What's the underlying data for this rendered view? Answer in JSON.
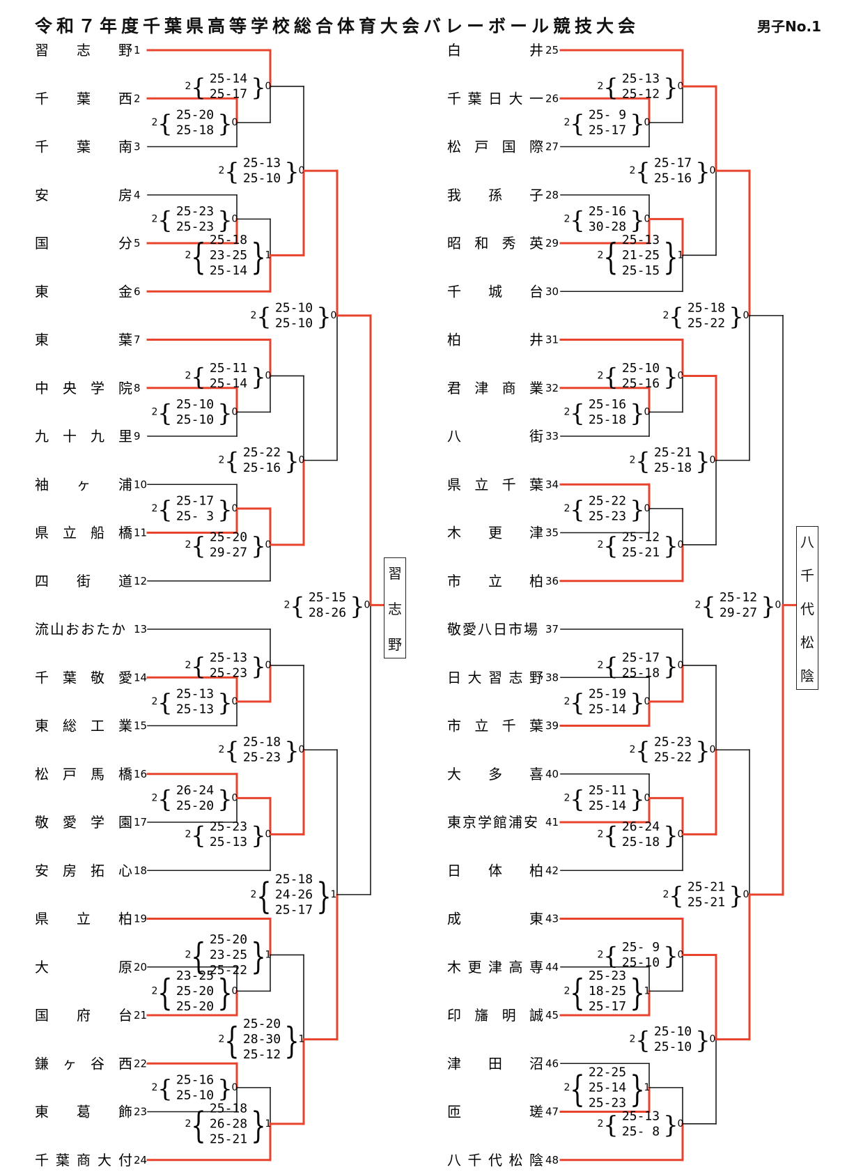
{
  "title": "令和７年度千葉県高等学校総合体育大会バレーボール競技大会",
  "subtitle": "男子No.1",
  "colors": {
    "win": "#e8432d",
    "lose": "#1a1a1a"
  },
  "left_teams": [
    {
      "num": "1",
      "name": "習志野"
    },
    {
      "num": "2",
      "name": "千葉西"
    },
    {
      "num": "3",
      "name": "千葉南"
    },
    {
      "num": "4",
      "name": "安房"
    },
    {
      "num": "5",
      "name": "国分"
    },
    {
      "num": "6",
      "name": "東金"
    },
    {
      "num": "7",
      "name": "東葉"
    },
    {
      "num": "8",
      "name": "中央学院"
    },
    {
      "num": "9",
      "name": "九十九里"
    },
    {
      "num": "10",
      "name": "袖ヶ浦"
    },
    {
      "num": "11",
      "name": "県立船橋"
    },
    {
      "num": "12",
      "name": "四街道"
    },
    {
      "num": "13",
      "name": "流山おおたか"
    },
    {
      "num": "14",
      "name": "千葉敬愛"
    },
    {
      "num": "15",
      "name": "東総工業"
    },
    {
      "num": "16",
      "name": "松戸馬橋"
    },
    {
      "num": "17",
      "name": "敬愛学園"
    },
    {
      "num": "18",
      "name": "安房拓心"
    },
    {
      "num": "19",
      "name": "県立柏"
    },
    {
      "num": "20",
      "name": "大原"
    },
    {
      "num": "21",
      "name": "国府台"
    },
    {
      "num": "22",
      "name": "鎌ヶ谷西"
    },
    {
      "num": "23",
      "name": "東葛飾"
    },
    {
      "num": "24",
      "name": "千葉商大付"
    }
  ],
  "right_teams": [
    {
      "num": "25",
      "name": "白井"
    },
    {
      "num": "26",
      "name": "千葉日大一"
    },
    {
      "num": "27",
      "name": "松戸国際"
    },
    {
      "num": "28",
      "name": "我孫子"
    },
    {
      "num": "29",
      "name": "昭和秀英"
    },
    {
      "num": "30",
      "name": "千城台"
    },
    {
      "num": "31",
      "name": "柏井"
    },
    {
      "num": "32",
      "name": "君津商業"
    },
    {
      "num": "33",
      "name": "八街"
    },
    {
      "num": "34",
      "name": "県立千葉"
    },
    {
      "num": "35",
      "name": "木更津"
    },
    {
      "num": "36",
      "name": "市立柏"
    },
    {
      "num": "37",
      "name": "敬愛八日市場"
    },
    {
      "num": "38",
      "name": "日大習志野"
    },
    {
      "num": "39",
      "name": "市立千葉"
    },
    {
      "num": "40",
      "name": "大多喜"
    },
    {
      "num": "41",
      "name": "東京学館浦安"
    },
    {
      "num": "42",
      "name": "日体柏"
    },
    {
      "num": "43",
      "name": "成東"
    },
    {
      "num": "44",
      "name": "木更津高専"
    },
    {
      "num": "45",
      "name": "印旛明誠"
    },
    {
      "num": "46",
      "name": "津田沼"
    },
    {
      "num": "47",
      "name": "匝瑳"
    },
    {
      "num": "48",
      "name": "八千代松陰"
    }
  ],
  "left_champion": "習志野",
  "right_champion": "八千代松陰",
  "scores": {
    "left": {
      "t1": [
        {
          "sets": [
            "25-14",
            "25-17"
          ],
          "won": "2",
          "lost": "0"
        },
        {
          "sets": [
            "25-20",
            "25-18"
          ],
          "won": "2",
          "lost": "0"
        },
        {
          "sets": [
            "25-23",
            "25-23"
          ],
          "won": "2",
          "lost": "0"
        },
        {
          "sets": [
            "25-18",
            "23-25",
            "25-14"
          ],
          "won": "2",
          "lost": "1"
        },
        {
          "sets": [
            "25-11",
            "25-14"
          ],
          "won": "2",
          "lost": "0"
        },
        {
          "sets": [
            "25-10",
            "25-10"
          ],
          "won": "2",
          "lost": "0"
        },
        {
          "sets": [
            "25-17",
            "25- 3"
          ],
          "won": "2",
          "lost": "0"
        },
        {
          "sets": [
            "25-20",
            "29-27"
          ],
          "won": "2",
          "lost": "0"
        },
        {
          "sets": [
            "25-13",
            "25-23"
          ],
          "won": "2",
          "lost": "0"
        },
        {
          "sets": [
            "25-13",
            "25-13"
          ],
          "won": "2",
          "lost": "0"
        },
        {
          "sets": [
            "26-24",
            "25-20"
          ],
          "won": "2",
          "lost": "0"
        },
        {
          "sets": [
            "25-23",
            "25-13"
          ],
          "won": "2",
          "lost": "0"
        },
        {
          "sets": [
            "25-20",
            "23-25",
            "25-22"
          ],
          "won": "2",
          "lost": "1"
        },
        {
          "sets": [
            "23-25",
            "25-20",
            "25-20"
          ],
          "won": "2",
          "lost": "0"
        },
        {
          "sets": [
            "25-16",
            "25-10"
          ],
          "won": "2",
          "lost": "0"
        },
        {
          "sets": [
            "25-18",
            "26-28",
            "25-21"
          ],
          "won": "2",
          "lost": "1"
        }
      ],
      "r3": [
        {
          "sets": [
            "25-13",
            "25-10"
          ],
          "won": "2",
          "lost": "0"
        },
        {
          "sets": [
            "25-22",
            "25-16"
          ],
          "won": "2",
          "lost": "0"
        },
        {
          "sets": [
            "25-18",
            "25-23"
          ],
          "won": "2",
          "lost": "0"
        },
        {
          "sets": [
            "25-20",
            "28-30",
            "25-12"
          ],
          "won": "2",
          "lost": "1"
        }
      ],
      "r4": [
        {
          "sets": [
            "25-10",
            "25-10"
          ],
          "won": "2",
          "lost": "0"
        },
        {
          "sets": [
            "25-18",
            "24-26",
            "25-17"
          ],
          "won": "2",
          "lost": "1"
        }
      ],
      "r5": {
        "sets": [
          "25-15",
          "28-26"
        ],
        "won": "2",
        "lost": "0"
      }
    },
    "right": {
      "t1": [
        {
          "sets": [
            "25-13",
            "25-12"
          ],
          "won": "2",
          "lost": "0"
        },
        {
          "sets": [
            "25- 9",
            "25-17"
          ],
          "won": "2",
          "lost": "0"
        },
        {
          "sets": [
            "25-16",
            "30-28"
          ],
          "won": "2",
          "lost": "0"
        },
        {
          "sets": [
            "25-13",
            "21-25",
            "25-15"
          ],
          "won": "2",
          "lost": "1"
        },
        {
          "sets": [
            "25-10",
            "25-16"
          ],
          "won": "2",
          "lost": "0"
        },
        {
          "sets": [
            "25-16",
            "25-18"
          ],
          "won": "2",
          "lost": "0"
        },
        {
          "sets": [
            "25-22",
            "25-23"
          ],
          "won": "2",
          "lost": "0"
        },
        {
          "sets": [
            "25-12",
            "25-21"
          ],
          "won": "2",
          "lost": "0"
        },
        {
          "sets": [
            "25-17",
            "25-18"
          ],
          "won": "2",
          "lost": "0"
        },
        {
          "sets": [
            "25-19",
            "25-14"
          ],
          "won": "2",
          "lost": "0"
        },
        {
          "sets": [
            "25-11",
            "25-14"
          ],
          "won": "2",
          "lost": "0"
        },
        {
          "sets": [
            "26-24",
            "25-18"
          ],
          "won": "2",
          "lost": "0"
        },
        {
          "sets": [
            "25- 9",
            "25-10"
          ],
          "won": "2",
          "lost": "0"
        },
        {
          "sets": [
            "25-23",
            "18-25",
            "25-17"
          ],
          "won": "2",
          "lost": "1"
        },
        {
          "sets": [
            "22-25",
            "25-14",
            "25-23"
          ],
          "won": "2",
          "lost": "1"
        },
        {
          "sets": [
            "25-13",
            "25- 8"
          ],
          "won": "2",
          "lost": "0"
        }
      ],
      "r3": [
        {
          "sets": [
            "25-17",
            "25-16"
          ],
          "won": "2",
          "lost": "0"
        },
        {
          "sets": [
            "25-21",
            "25-18"
          ],
          "won": "2",
          "lost": "0"
        },
        {
          "sets": [
            "25-23",
            "25-22"
          ],
          "won": "2",
          "lost": "0"
        },
        {
          "sets": [
            "25-10",
            "25-10"
          ],
          "won": "2",
          "lost": "0"
        }
      ],
      "r4": [
        {
          "sets": [
            "25-18",
            "25-22"
          ],
          "won": "2",
          "lost": "0"
        },
        {
          "sets": [
            "25-21",
            "25-21"
          ],
          "won": "2",
          "lost": "0"
        }
      ],
      "r5": {
        "sets": [
          "25-12",
          "29-27"
        ],
        "won": "2",
        "lost": "0"
      }
    }
  }
}
